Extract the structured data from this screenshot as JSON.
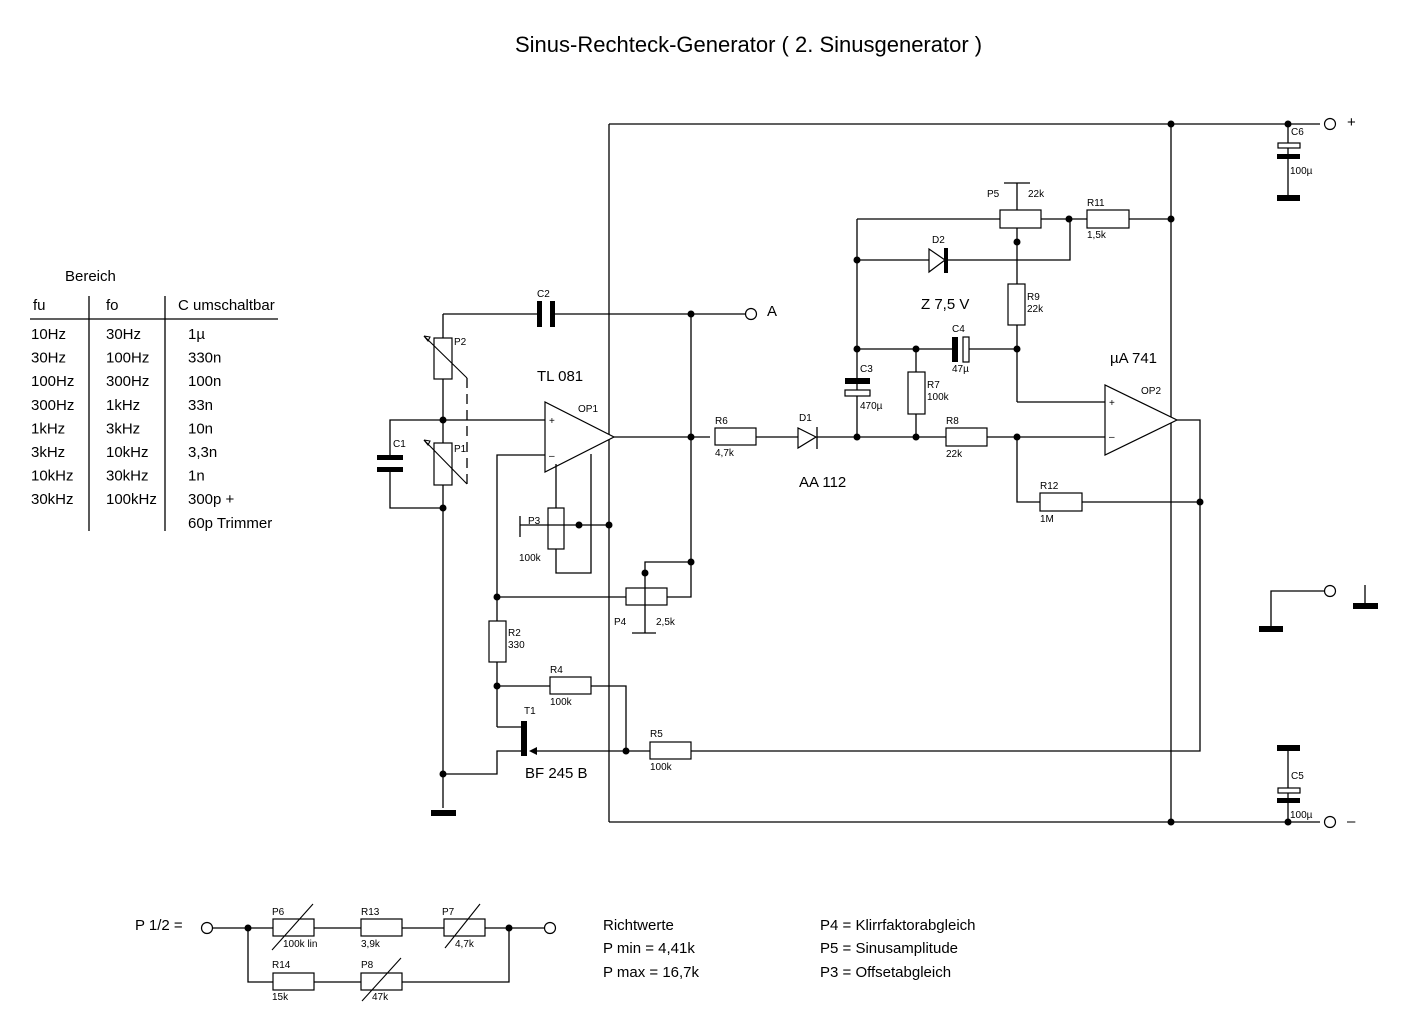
{
  "title": "Sinus-Rechteck-Generator ( 2. Sinusgenerator )",
  "range_table": {
    "caption": "Bereich",
    "headers": [
      "fu",
      "fo",
      "C umschaltbar"
    ],
    "rows": [
      [
        "10Hz",
        "30Hz",
        "1µ"
      ],
      [
        "30Hz",
        "100Hz",
        "330n"
      ],
      [
        "100Hz",
        "300Hz",
        "100n"
      ],
      [
        "300Hz",
        "1kHz",
        "33n"
      ],
      [
        "1kHz",
        "3kHz",
        "10n"
      ],
      [
        "3kHz",
        "10kHz",
        "3,3n"
      ],
      [
        "10kHz",
        "30kHz",
        "1n"
      ],
      [
        "30kHz",
        "100kHz",
        "300p +"
      ],
      [
        "",
        "",
        "60p Trimmer"
      ]
    ]
  },
  "components": {
    "C1": {
      "name": "C1"
    },
    "C2": {
      "name": "C2"
    },
    "C3": {
      "name": "C3",
      "value": "470µ"
    },
    "C4": {
      "name": "C4",
      "value": "47µ"
    },
    "C5": {
      "name": "C5",
      "value": "100µ"
    },
    "C6": {
      "name": "C6",
      "value": "100µ"
    },
    "P1": {
      "name": "P1"
    },
    "P2": {
      "name": "P2"
    },
    "P3": {
      "name": "P3",
      "value": "100k"
    },
    "P4": {
      "name": "P4",
      "value": "2,5k"
    },
    "P5": {
      "name": "P5",
      "value": "22k"
    },
    "R2": {
      "name": "R2",
      "value": "330"
    },
    "R4": {
      "name": "R4",
      "value": "100k"
    },
    "R5": {
      "name": "R5",
      "value": "100k"
    },
    "R6": {
      "name": "R6",
      "value": "4,7k"
    },
    "R7": {
      "name": "R7",
      "value": "100k"
    },
    "R8": {
      "name": "R8",
      "value": "22k"
    },
    "R9": {
      "name": "R9",
      "value": "22k"
    },
    "R11": {
      "name": "R11",
      "value": "1,5k"
    },
    "R12": {
      "name": "R12",
      "value": "1M"
    },
    "D1": {
      "name": "D1",
      "type": "AA 112"
    },
    "D2": {
      "name": "D2",
      "type": "Z 7,5 V"
    },
    "T1": {
      "name": "T1",
      "type": "BF 245 B"
    },
    "OP1": {
      "name": "OP1",
      "type": "TL 081"
    },
    "OP2": {
      "name": "OP2",
      "type": "µA 741"
    }
  },
  "opamp_pins": {
    "plus": "+",
    "minus": "–"
  },
  "terminals": {
    "output": "A",
    "supply_plus": "+",
    "supply_minus": "–"
  },
  "p12_network": {
    "label": "P 1/2 =",
    "parts": [
      {
        "name": "P6",
        "value": "100k lin"
      },
      {
        "name": "R13",
        "value": "3,9k"
      },
      {
        "name": "P7",
        "value": "4,7k"
      },
      {
        "name": "R14",
        "value": "15k"
      },
      {
        "name": "P8",
        "value": "47k"
      }
    ]
  },
  "notes_values": {
    "heading": "Richtwerte",
    "lines": [
      "P min = 4,41k",
      "P max = 16,7k"
    ]
  },
  "notes_trimmers": [
    "P4 = Klirrfaktorabgleich",
    "P5 = Sinusamplitude",
    "P3 = Offsetabgleich"
  ]
}
